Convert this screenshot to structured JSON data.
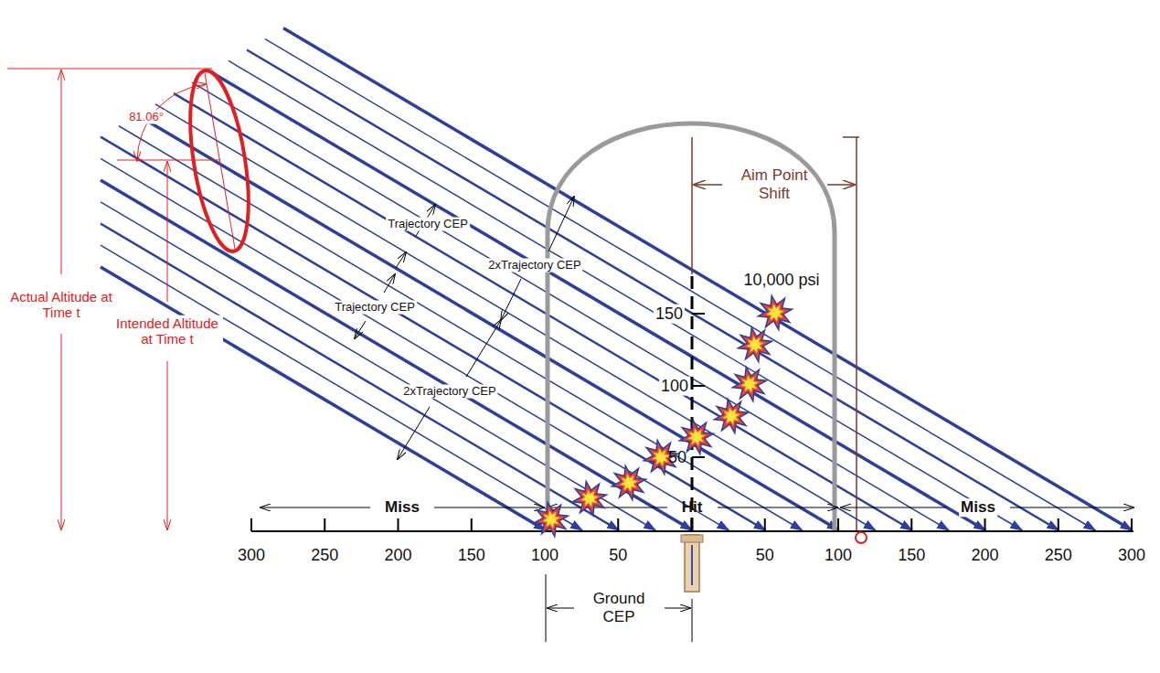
{
  "diagram": {
    "labels": [
      "81.06°",
      "Actual Altitude at Time t",
      "Intended Altitude at Time t",
      "Trajectory CEP",
      "Trajectory CEP",
      "2xTrajectory CEP",
      "2xTrajectory CEP",
      "Aim Point Shift",
      "10,000 psi",
      "150",
      "100",
      "50",
      "Miss",
      "Hit",
      "Miss",
      "300",
      "250",
      "200",
      "150",
      "100",
      "50",
      "50",
      "100",
      "150",
      "200",
      "250",
      "300",
      "Ground CEP"
    ]
  }
}
